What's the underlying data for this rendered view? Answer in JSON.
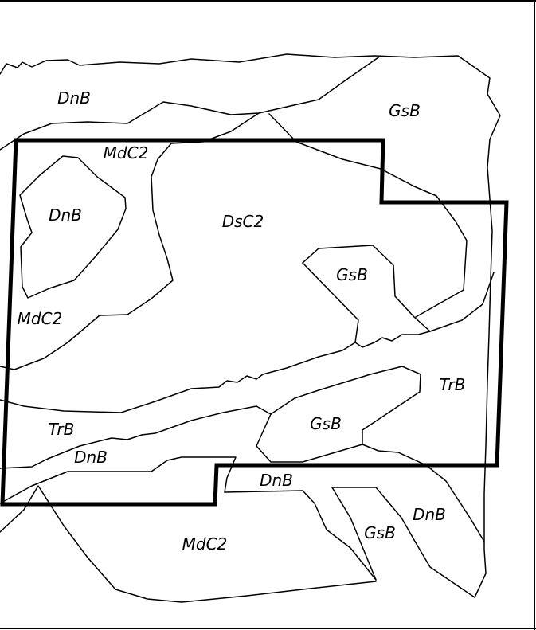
{
  "map": {
    "line_color": "#000000",
    "background_color": "#ffffff",
    "labels": [
      "DnB",
      "GsB",
      "MdC2",
      "DnB",
      "DsC2",
      "GsB",
      "MdC2",
      "TrB",
      "TrB",
      "GsB",
      "DnB",
      "DnB",
      "DnB",
      "GsB",
      "MdC2"
    ]
  }
}
